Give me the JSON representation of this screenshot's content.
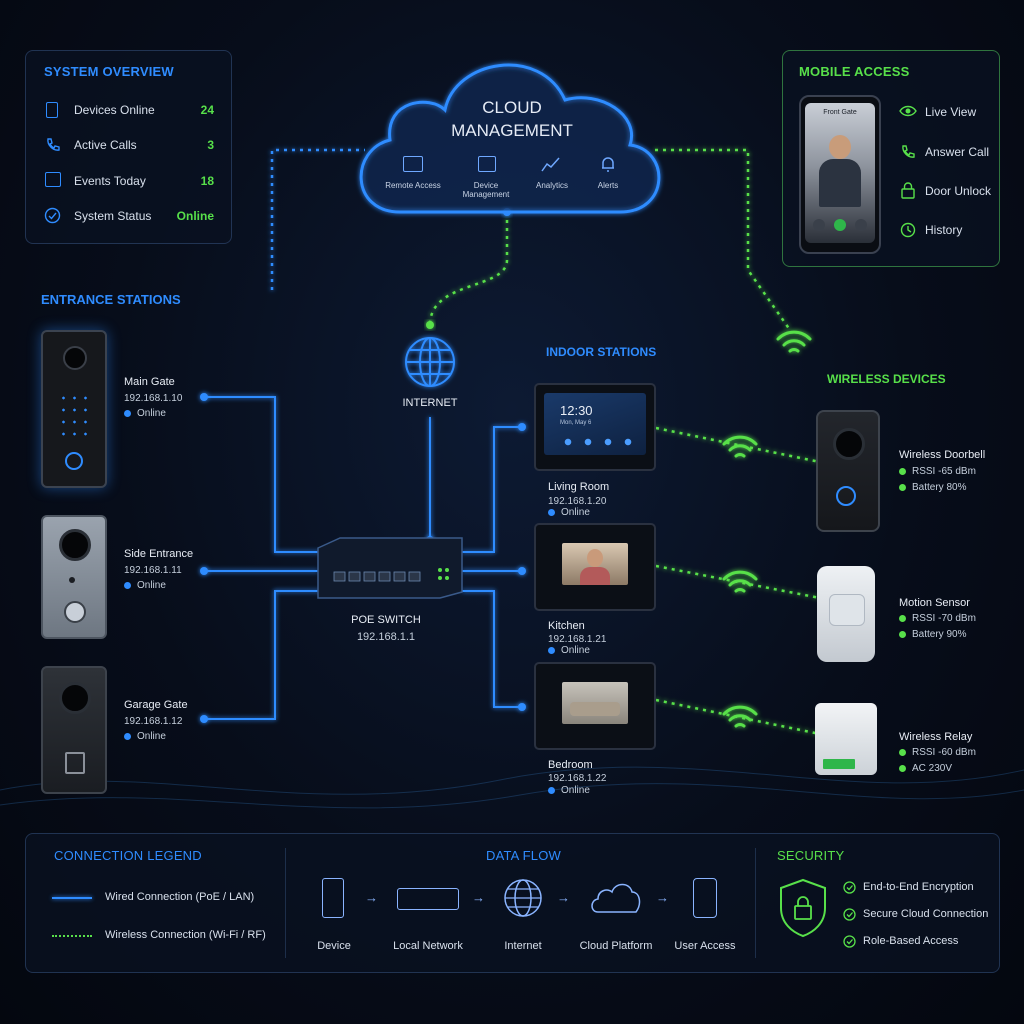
{
  "cloud": {
    "title_line1": "CLOUD",
    "title_line2": "MANAGEMENT",
    "features": [
      "Remote Access",
      "Device Management",
      "Analytics",
      "Alerts"
    ]
  },
  "overview": {
    "title": "SYSTEM OVERVIEW",
    "rows": [
      {
        "label": "Devices Online",
        "value": "24"
      },
      {
        "label": "Active Calls",
        "value": "3"
      },
      {
        "label": "Events Today",
        "value": "18"
      },
      {
        "label": "System Status",
        "value": "Online"
      }
    ]
  },
  "mobile": {
    "title": "MOBILE ACCESS",
    "phone_caption": "Front Gate",
    "actions": [
      "Live View",
      "Answer Call",
      "Door Unlock",
      "History"
    ]
  },
  "entrance": {
    "title": "ENTRANCE STATIONS",
    "stations": [
      {
        "name": "Main Gate",
        "ip": "192.168.1.10",
        "status": "Online"
      },
      {
        "name": "Side Entrance",
        "ip": "192.168.1.11",
        "status": "Online"
      },
      {
        "name": "Garage Gate",
        "ip": "192.168.1.12",
        "status": "Online"
      }
    ]
  },
  "internet": {
    "label": "INTERNET"
  },
  "switch": {
    "name": "POE SWITCH",
    "ip": "192.168.1.1"
  },
  "indoor": {
    "title": "INDOOR STATIONS",
    "clock": "12:30",
    "date": "Mon, May 6",
    "stations": [
      {
        "name": "Living Room",
        "ip": "192.168.1.20",
        "status": "Online"
      },
      {
        "name": "Kitchen",
        "ip": "192.168.1.21",
        "status": "Online"
      },
      {
        "name": "Bedroom",
        "ip": "192.168.1.22",
        "status": "Online"
      }
    ]
  },
  "wireless": {
    "title": "WIRELESS DEVICES",
    "devices": [
      {
        "name": "Wireless Doorbell",
        "rssi": "RSSI -65 dBm",
        "extra": "Battery 80%"
      },
      {
        "name": "Motion Sensor",
        "rssi": "RSSI -70 dBm",
        "extra": "Battery 90%"
      },
      {
        "name": "Wireless Relay",
        "rssi": "RSSI -60 dBm",
        "extra": "AC 230V"
      }
    ]
  },
  "legend": {
    "title": "CONNECTION LEGEND",
    "wired": "Wired Connection (PoE / LAN)",
    "wireless": "Wireless Connection (Wi-Fi / RF)"
  },
  "dataflow": {
    "title": "DATA FLOW",
    "steps": [
      "Device",
      "Local Network",
      "Internet",
      "Cloud Platform",
      "User Access"
    ]
  },
  "security": {
    "title": "SECURITY",
    "items": [
      "End-to-End Encryption",
      "Secure Cloud Connection",
      "Role-Based Access"
    ]
  },
  "colors": {
    "wired": "#2f8cff",
    "wireless": "#58e04a",
    "background": "#060b16"
  }
}
